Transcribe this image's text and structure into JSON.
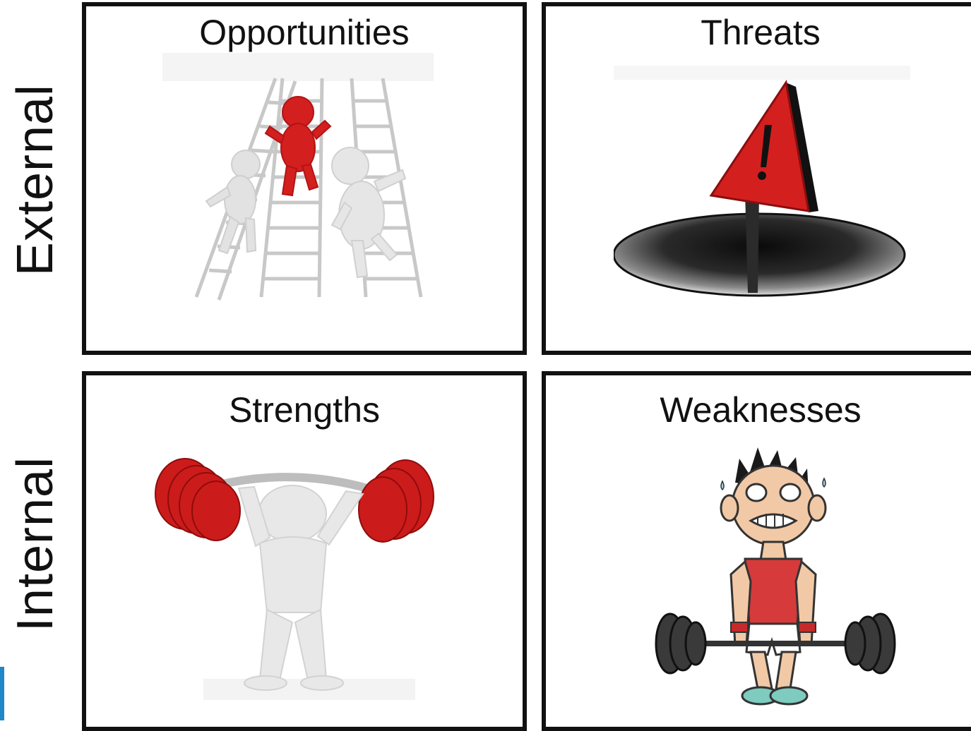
{
  "axis_labels": {
    "external": "External",
    "internal": "Internal"
  },
  "quadrants": {
    "opportunities": {
      "title": "Opportunities",
      "illustration": "figures-climbing-ladders"
    },
    "threats": {
      "title": "Threats",
      "illustration": "warning-sign-in-hole"
    },
    "strengths": {
      "title": "Strengths",
      "illustration": "figure-lifting-barbell"
    },
    "weaknesses": {
      "title": "Weaknesses",
      "illustration": "strained-cartoon-weightlifter"
    }
  },
  "colors": {
    "accent_red": "#d41f1f",
    "border": "#111111",
    "figure": "#e6e6e6",
    "left_accent_bar": "#1e88c8"
  }
}
